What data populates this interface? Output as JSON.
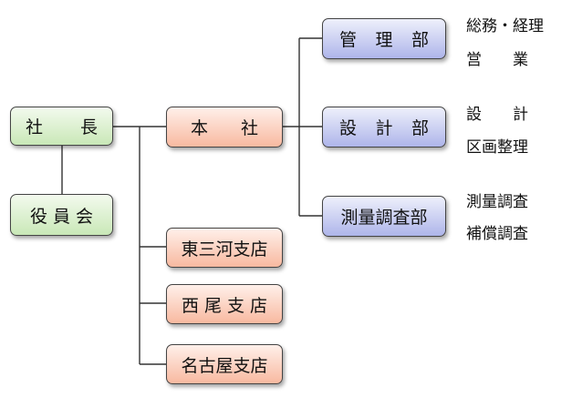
{
  "president": [
    "社",
    "長"
  ],
  "board": "役 員 会",
  "headquarters": [
    "本",
    "社"
  ],
  "branches": [
    "東三河支店",
    "西 尾 支 店",
    "名古屋支店"
  ],
  "departments": [
    {
      "name": [
        "管",
        "理",
        "部"
      ],
      "duties": [
        "総務・経理",
        "営　　業"
      ]
    },
    {
      "name": [
        "設",
        "計",
        "部"
      ],
      "duties": [
        "設　　計",
        "区画整理"
      ]
    },
    {
      "name": [
        "測量調査部"
      ],
      "duties": [
        "測量調査",
        "補償調査"
      ]
    }
  ]
}
